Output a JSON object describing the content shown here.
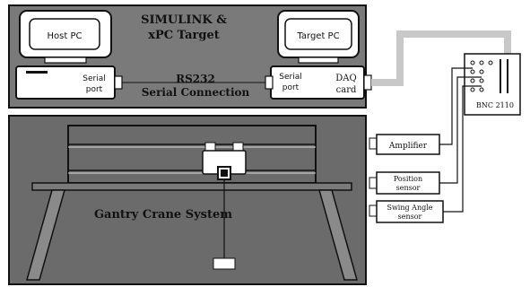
{
  "top_panel": {
    "title_line1": "SIMULINK &",
    "title_line2": "xPC Target",
    "host_pc": "Host PC",
    "target_pc": "Target PC",
    "serial_port_left_line1": "Serial",
    "serial_port_left_line2": "port",
    "rs232_line1": "RS232",
    "rs232_line2": "Serial Connection",
    "serial_port_right_line1": "Serial",
    "serial_port_right_line2": "port",
    "daq_line1": "DAQ",
    "daq_line2": "card"
  },
  "board": {
    "label": "BNC 2110"
  },
  "bottom_panel": {
    "title": "Gantry Crane System"
  },
  "side_boxes": {
    "amplifier": "Amplifier",
    "position_line1": "Position",
    "position_line2": "sensor",
    "swing_line1": "Swing Angle",
    "swing_line2": "sensor"
  },
  "colors": {
    "panel_bg": "#7a7a7a",
    "bottom_bg": "#6b6b6b",
    "cable": "#c8c8c8",
    "outline": "#111111"
  }
}
